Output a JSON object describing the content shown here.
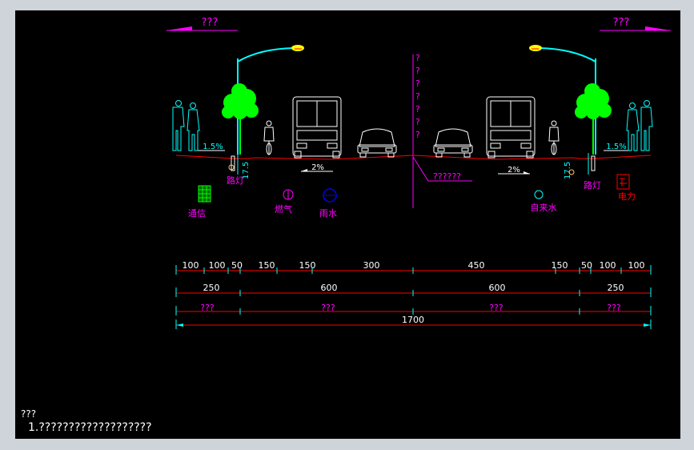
{
  "directions": {
    "left": "???",
    "right": "???"
  },
  "median_label": [
    "?",
    "?",
    "?",
    "?",
    "?",
    "?",
    "?"
  ],
  "centerline_callout": "??????",
  "slopes": {
    "sidewalk_left": "1.5%",
    "sidewalk_right": "1.5%",
    "road_left": "2%",
    "road_right": "2%"
  },
  "curb_heights": {
    "left": "17.5",
    "right": "17.5"
  },
  "utilities": {
    "telecom": "通信",
    "gas": "燃气",
    "storm": "雨水",
    "water": "自来水",
    "power": "电力",
    "streetlight_left": "路灯",
    "streetlight_right": "路灯"
  },
  "dimensions": {
    "row1": [
      "100",
      "100",
      "50",
      "150",
      "150",
      "300",
      "450",
      "150",
      "50",
      "100",
      "100"
    ],
    "row2": [
      "250",
      "600",
      "600",
      "250"
    ],
    "row3": [
      "???",
      "???",
      "???",
      "???"
    ],
    "total": "1700"
  },
  "notes": {
    "heading": "???",
    "line1": "1.???????????????????"
  },
  "colors": {
    "background": "#000000",
    "frame": "#cfd3da",
    "magenta": "#ff00ff",
    "cyan": "#00ffff",
    "green": "#00ff00",
    "red": "#ff0000",
    "white": "#ffffff",
    "yellow": "#ffff00",
    "blue": "#0000ff"
  }
}
